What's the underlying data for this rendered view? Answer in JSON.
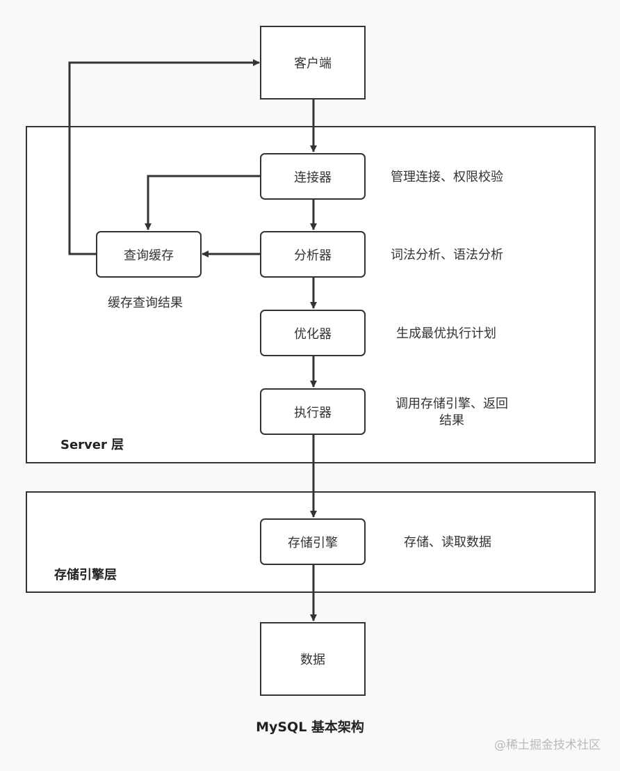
{
  "layers": {
    "server_label": "Server 层",
    "storage_label": "存储引擎层"
  },
  "nodes": {
    "client": "客户端",
    "connector": "连接器",
    "analyzer": "分析器",
    "optimizer": "优化器",
    "executor": "执行器",
    "query_cache": "查询缓存",
    "storage_engine": "存储引擎",
    "data": "数据"
  },
  "notes": {
    "connector": "管理连接、权限校验",
    "analyzer": "词法分析、语法分析",
    "optimizer": "生成最优执行计划",
    "executor_line1": "调用存储引擎、返回",
    "executor_line2": "结果",
    "query_cache": "缓存查询结果",
    "storage_engine": "存储、读取数据"
  },
  "caption": "MySQL 基本架构",
  "watermark": "@稀土掘金技术社区",
  "colors": {
    "stroke": "#333333",
    "background": "#f9f9f9",
    "box_fill": "#ffffff",
    "watermark": "#b9b9b9"
  }
}
